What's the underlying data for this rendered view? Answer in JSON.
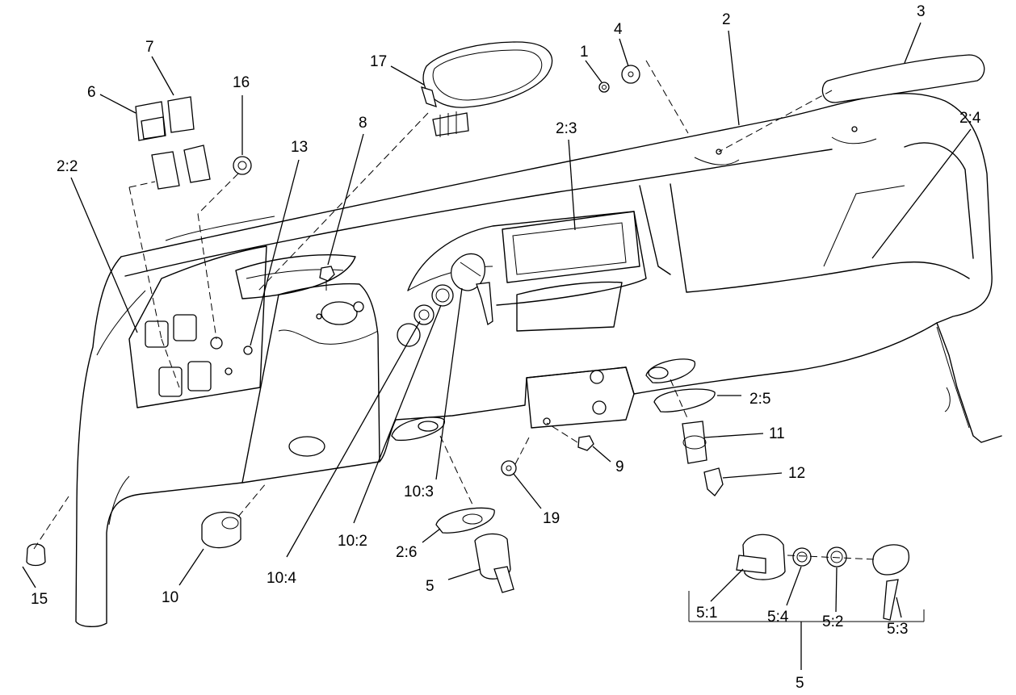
{
  "callouts": {
    "c1": "1",
    "c2": "2",
    "c3": "3",
    "c4": "4",
    "c2_2": "2:2",
    "c2_3": "2:3",
    "c2_4": "2:4",
    "c2_5": "2:5",
    "c2_6": "2:6",
    "c5": "5",
    "c5_1": "5:1",
    "c5_2": "5:2",
    "c5_3": "5:3",
    "c5_4": "5:4",
    "c5_group": "5",
    "c6": "6",
    "c7": "7",
    "c8": "8",
    "c9": "9",
    "c10": "10",
    "c10_2": "10:2",
    "c10_3": "10:3",
    "c10_4": "10:4",
    "c11": "11",
    "c12": "12",
    "c13": "13",
    "c15": "15",
    "c16": "16",
    "c17": "17",
    "c19": "19"
  }
}
